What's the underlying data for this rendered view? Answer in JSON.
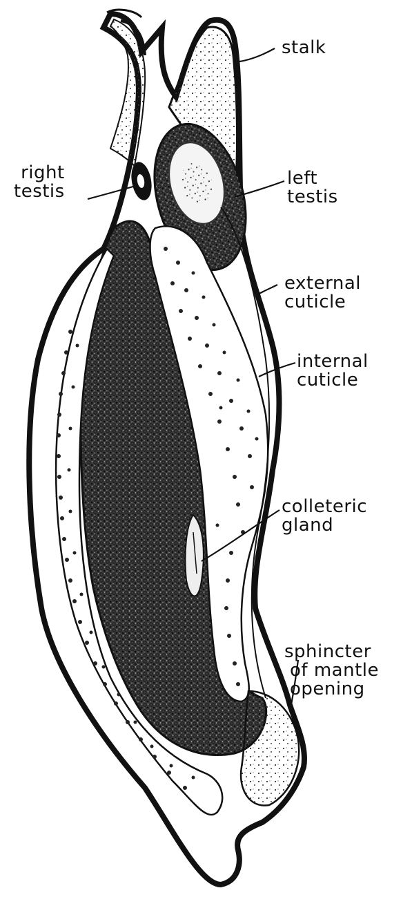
{
  "labels": {
    "stalk": [
      "stalk"
    ],
    "right_testis": [
      "right",
      "testis"
    ],
    "left_testis": [
      "left",
      "testis"
    ],
    "external_cuticle": [
      "external",
      "cuticle"
    ],
    "internal_cuticle": [
      "internal",
      "cuticle"
    ],
    "colleteric_gland": [
      "colleteric",
      "gland"
    ],
    "sphincter": [
      "sphincter",
      "of mantle",
      "opening"
    ]
  },
  "colors": {
    "ink": "#111111",
    "stipple": "#2a2a2a",
    "paper": "#ffffff"
  }
}
